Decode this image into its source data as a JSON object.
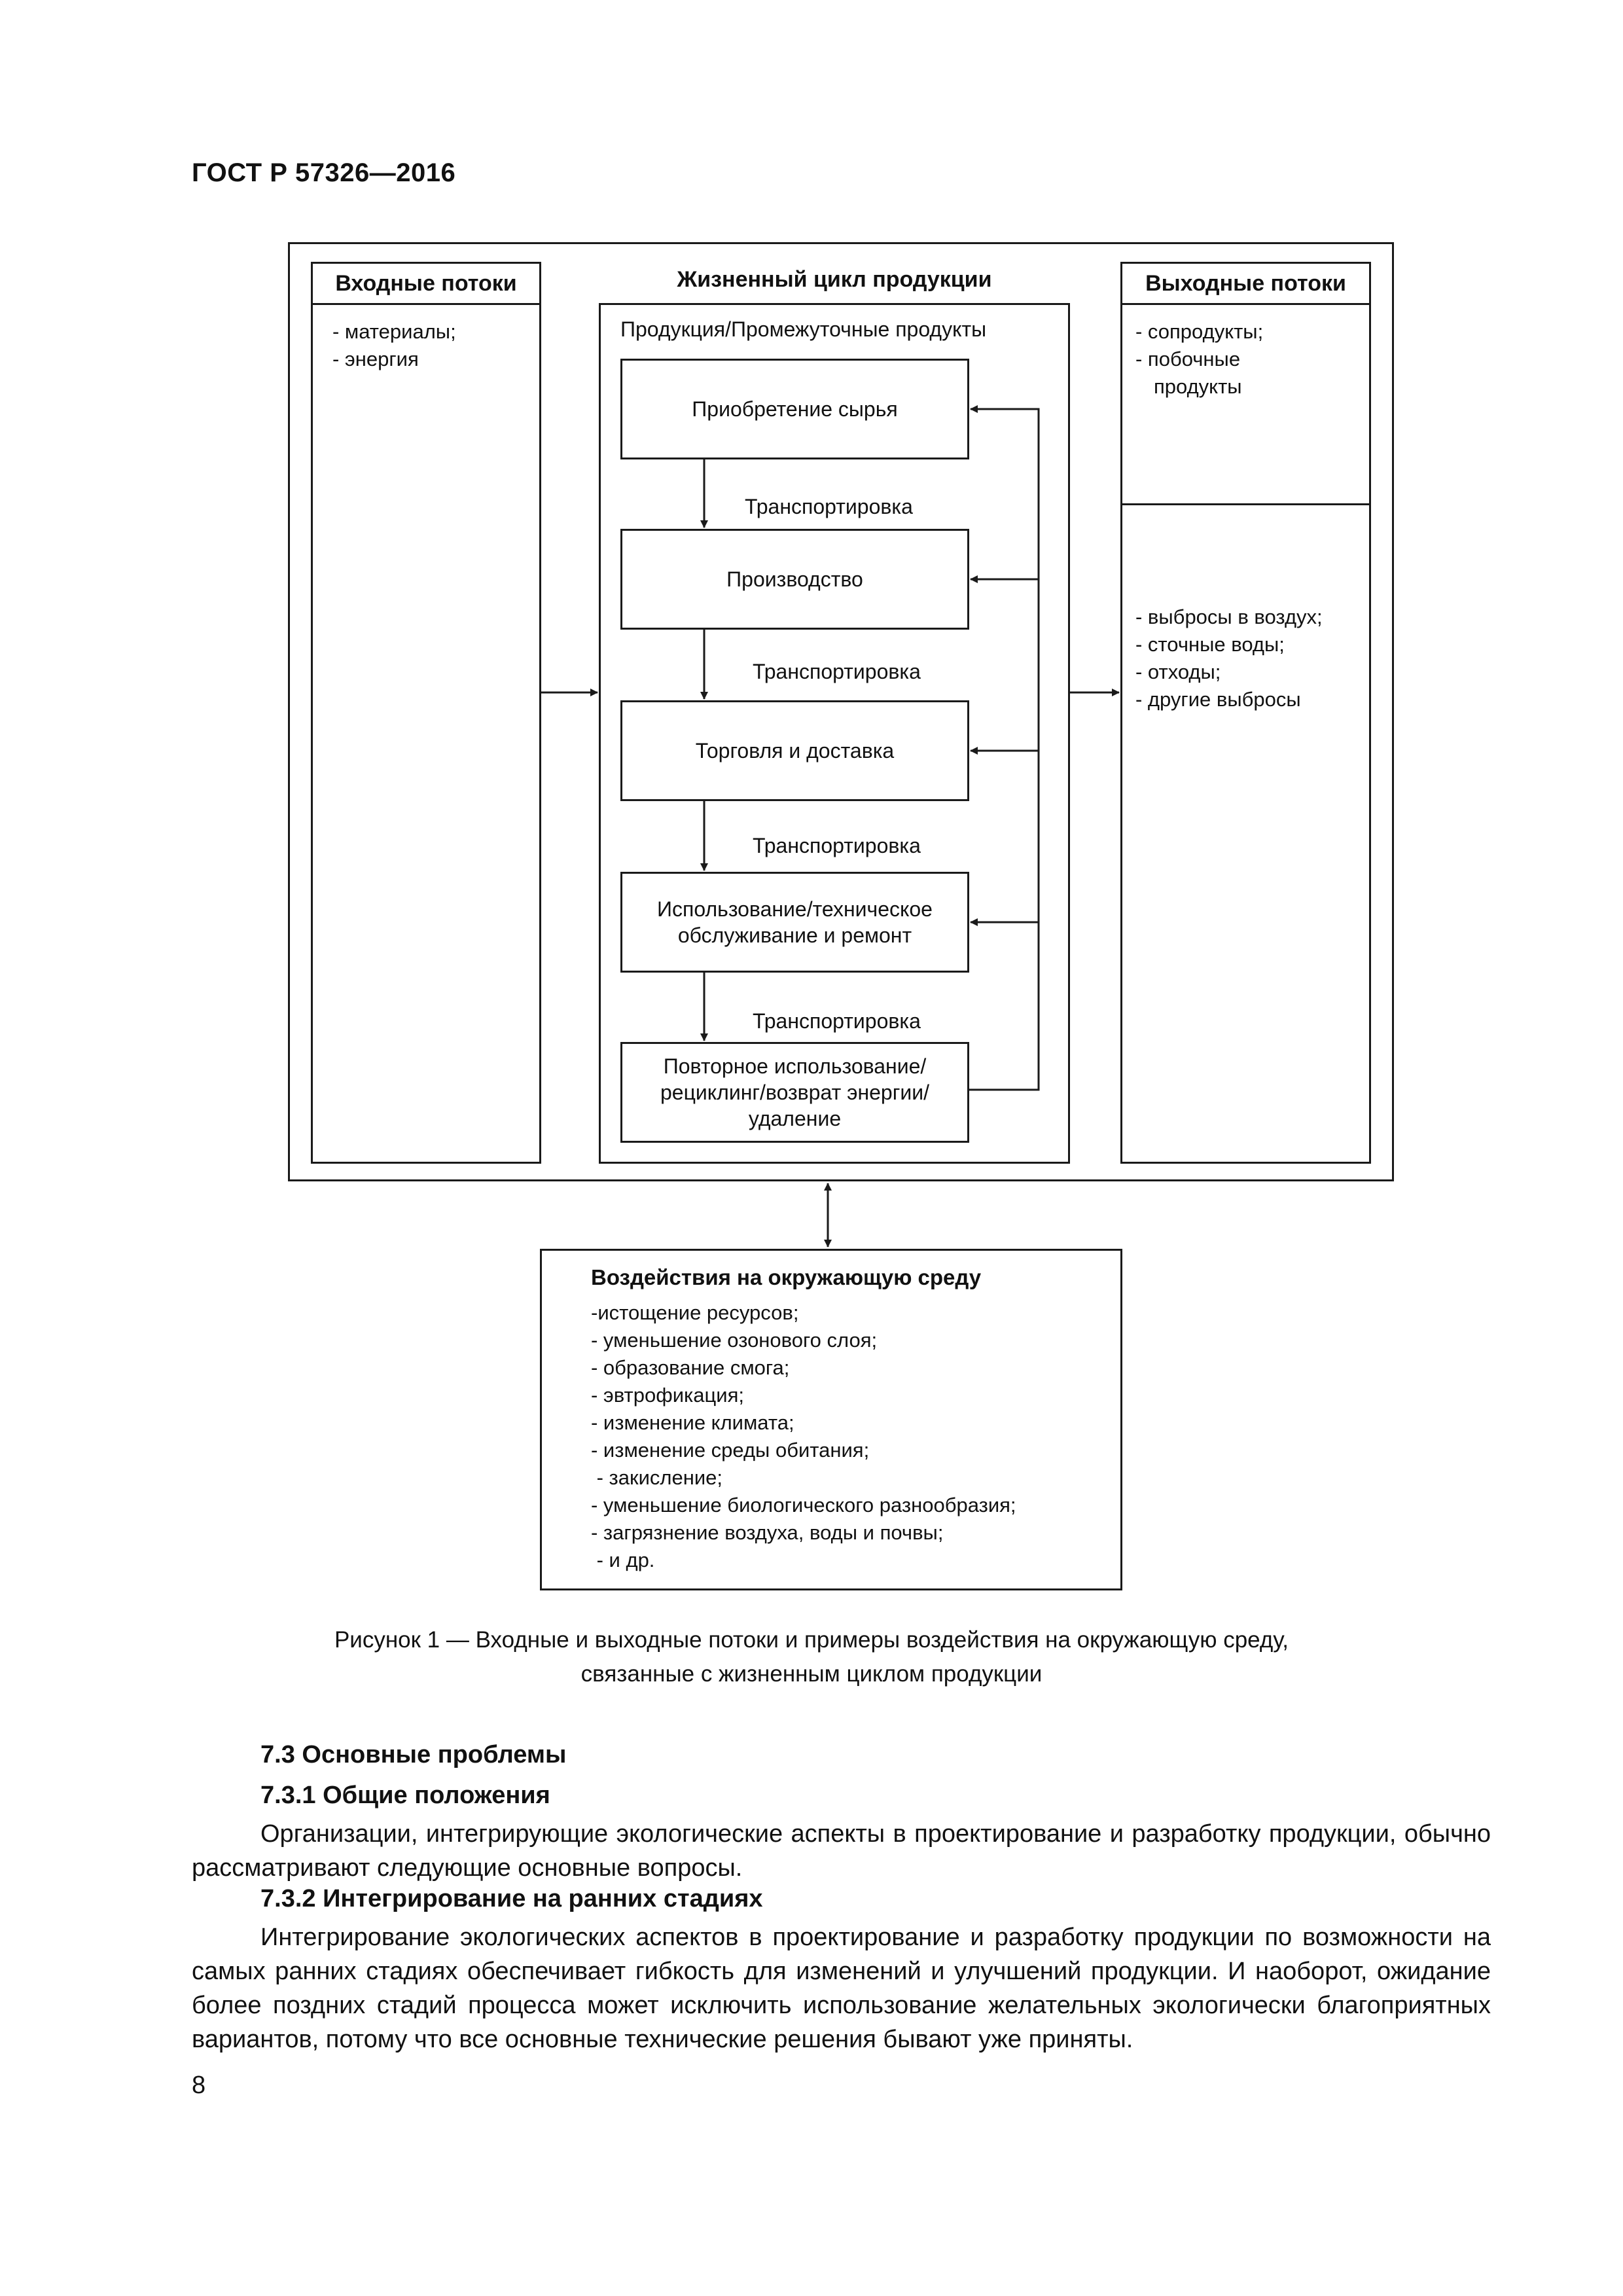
{
  "header": {
    "doc_id": "ГОСТ Р 57326—2016"
  },
  "diagram": {
    "inputs": {
      "title": "Входные потоки",
      "items": [
        "- материалы;",
        "- энергия"
      ]
    },
    "lifecycle": {
      "title": "Жизненный цикл продукции",
      "subtitle": "Продукция/Промежуточные продукты",
      "stages": [
        "Приобретение сырья",
        "Производство",
        "Торговля и доставка",
        "Использование/техническое обслуживание и ремонт",
        "Повторное использование/ рециклинг/возврат энергии/ удаление"
      ],
      "transport_label": "Транспортировка"
    },
    "outputs": {
      "title": "Выходные потоки",
      "upper_items": [
        "- сопродукты;",
        "- побочные",
        "продукты"
      ],
      "lower_items": [
        "- выбросы в воздух;",
        "- сточные воды;",
        "- отходы;",
        "- другие выбросы"
      ]
    },
    "impacts": {
      "title": "Воздействия на окружающую среду",
      "items": [
        "-истощение ресурсов;",
        "- уменьшение озонового слоя;",
        "- образование смога;",
        "- эвтрофикация;",
        "- изменение климата;",
        "- изменение среды обитания;",
        " - закисление;",
        "- уменьшение биологического разнообразия;",
        "- загрязнение воздуха, воды и почвы;",
        " - и др."
      ]
    }
  },
  "caption": {
    "line1": "Рисунок 1 — Входные и выходные потоки и примеры воздействия на окружающую среду,",
    "line2": "связанные с жизненным циклом продукции"
  },
  "sections": {
    "s73_title": "7.3 Основные проблемы",
    "s731_title": "7.3.1 Общие положения",
    "s731_text": "Организации, интегрирующие экологические аспекты в проектирование и разработку продукции, обычно рассматривают следующие основные вопросы.",
    "s732_title": "7.3.2 Интегрирование на ранних стадиях",
    "s732_text": "Интегрирование экологических аспектов в проектирование и разработку продукции по возможности на самых ранних стадиях обеспечивает гибкость для изменений и улучшений продукции. И наоборот, ожидание более поздних стадий процесса может исключить использование желательных экологически благоприятных вариантов, потому что все основные технические решения бывают уже приняты."
  },
  "footer": {
    "page_number": "8"
  }
}
